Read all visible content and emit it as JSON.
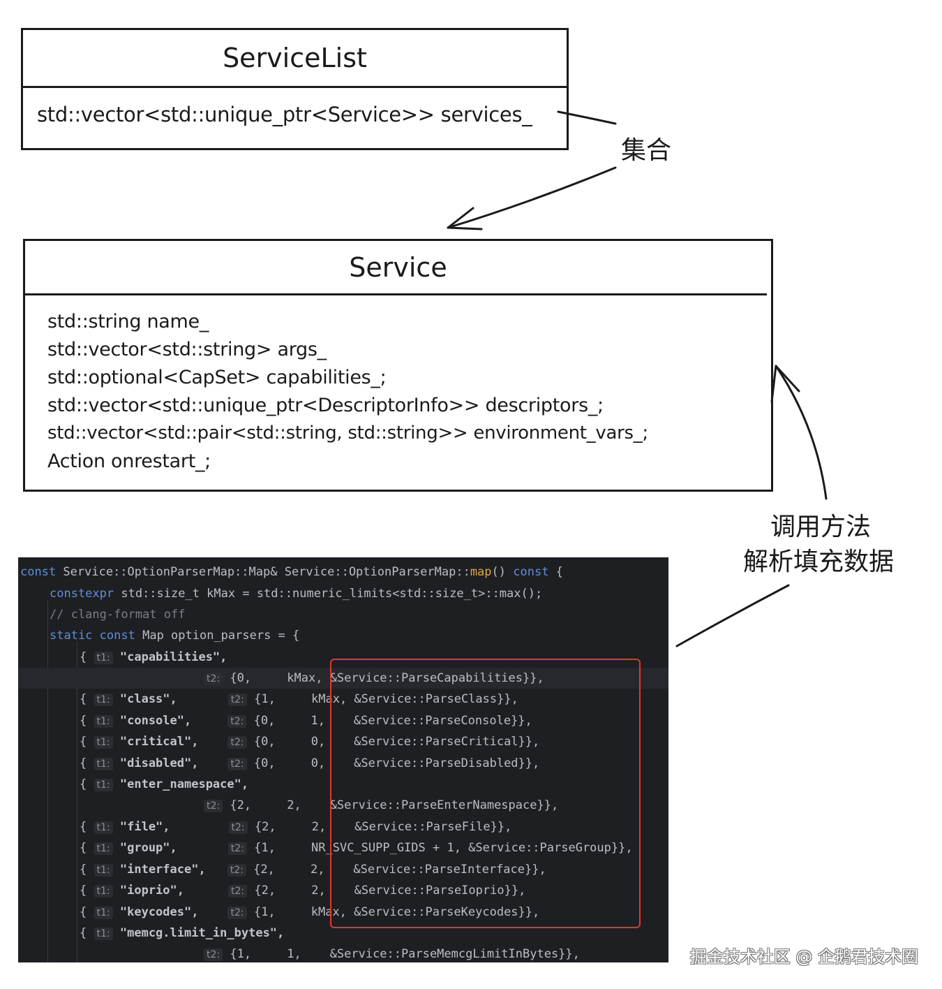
{
  "service_list": {
    "title": "ServiceList",
    "field": "std::vector<std::unique_ptr<Service>> services_"
  },
  "service": {
    "title": "Service",
    "fields": [
      "std::string name_",
      "std::vector<std::string> args_",
      "std::optional<CapSet> capabilities_;",
      "std::vector<std::unique_ptr<DescriptorInfo>> descriptors_;",
      "std::vector<std::pair<std::string, std::string>> environment_vars_;",
      "Action onrestart_;"
    ]
  },
  "annotations": {
    "collection": "集合",
    "call_method_line1": "调用方法",
    "call_method_line2": "解析填充数据"
  },
  "code": {
    "l0_kw1": "const",
    "l0_a": " Service::OptionParserMap::Map& Service::OptionParserMap::",
    "l0_fn": "map",
    "l0_b": "() ",
    "l0_kw2": "const",
    "l0_c": " {",
    "l1_kw": "constexpr",
    "l1_a": " std::size_t kMax = std::numeric_limits<std::size_t>::max();",
    "l2_cm": "// clang-format off",
    "l3_kw1": "static",
    "l3_kw2": "const",
    "l3_a": " Map option_parsers = {",
    "t1": "t1:",
    "t2": "t2:",
    "rows": [
      {
        "name": "\"capabilities\",",
        "rest": ""
      },
      {
        "name": "",
        "rest": "{0,     kMax, &Service::ParseCapabilities}},"
      },
      {
        "name": "\"class\",",
        "rest": "{1,     kMax, &Service::ParseClass}},"
      },
      {
        "name": "\"console\",",
        "rest": "{0,     1,    &Service::ParseConsole}},"
      },
      {
        "name": "\"critical\",",
        "rest": "{0,     0,    &Service::ParseCritical}},"
      },
      {
        "name": "\"disabled\",",
        "rest": "{0,     0,    &Service::ParseDisabled}},"
      },
      {
        "name": "\"enter_namespace\",",
        "rest": ""
      },
      {
        "name": "",
        "rest": "{2,     2,    &Service::ParseEnterNamespace}},"
      },
      {
        "name": "\"file\",",
        "rest": "{2,     2,    &Service::ParseFile}},"
      },
      {
        "name": "\"group\",",
        "rest": "{1,     NR_SVC_SUPP_GIDS + 1, &Service::ParseGroup}},"
      },
      {
        "name": "\"interface\",",
        "rest": "{2,     2,    &Service::ParseInterface}},"
      },
      {
        "name": "\"ioprio\",",
        "rest": "{2,     2,    &Service::ParseIoprio}},"
      },
      {
        "name": "\"keycodes\",",
        "rest": "{1,     kMax, &Service::ParseKeycodes}},"
      },
      {
        "name": "\"memcg.limit_in_bytes\",",
        "rest": ""
      },
      {
        "name": "",
        "rest": "{1,     1,    &Service::ParseMemcgLimitInBytes}},"
      }
    ],
    "brace": "{"
  },
  "watermark": "掘金技术社区 @ 企鹅君技术圈",
  "colors": {
    "highlight_rect": "#e5382b",
    "code_bg": "#1e1f22",
    "keyword": "#5f8fdf"
  }
}
